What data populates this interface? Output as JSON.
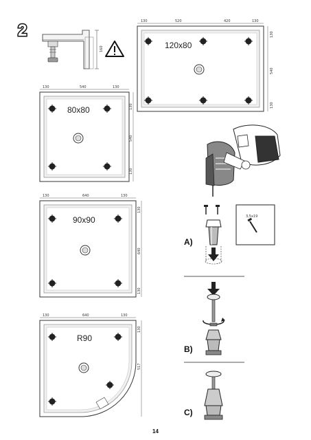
{
  "step_number": "2",
  "page_number": "14",
  "warning_icon": "warning-triangle-icon",
  "side_view": {
    "height_dim": "160"
  },
  "tray_120x80": {
    "label": "120x80",
    "top_dims": [
      "130",
      "520",
      "420",
      "130"
    ],
    "right_dims": [
      "130",
      "540",
      "130"
    ]
  },
  "tray_80x80": {
    "label": "80x80",
    "top_dims": [
      "130",
      "540",
      "130"
    ],
    "right_dims": [
      "130",
      "540",
      "130"
    ]
  },
  "tray_90x90": {
    "label": "90x90",
    "top_dims": [
      "130",
      "640",
      "130"
    ],
    "right_dims": [
      "130",
      "640",
      "130"
    ]
  },
  "tray_r90": {
    "label": "R90",
    "top_dims": [
      "130",
      "640",
      "130"
    ],
    "right_dims": [
      "130",
      "517"
    ]
  },
  "screw_box": {
    "label": "3,5x19"
  },
  "steps": {
    "a": "A)",
    "b": "B)",
    "c": "C)"
  }
}
